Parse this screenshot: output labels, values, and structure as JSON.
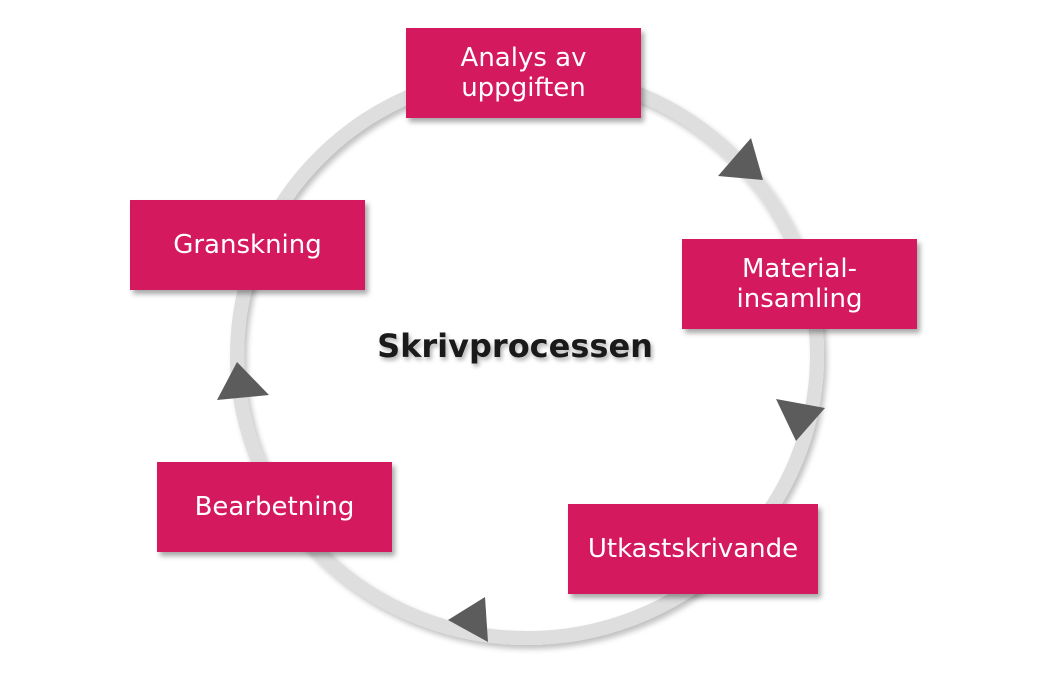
{
  "diagram": {
    "title": "Skrivprocessen",
    "steps": [
      {
        "label": "Analys av\nuppgiften"
      },
      {
        "label": "Material-\ninsamling"
      },
      {
        "label": "Utkastskrivande"
      },
      {
        "label": "Bearbetning"
      },
      {
        "label": "Granskning"
      }
    ],
    "colors": {
      "box": "#d4195e",
      "box_text": "#ffffff",
      "ring": "#dedede",
      "arrow": "#5c5c5c",
      "title": "#1a1a1a"
    }
  }
}
